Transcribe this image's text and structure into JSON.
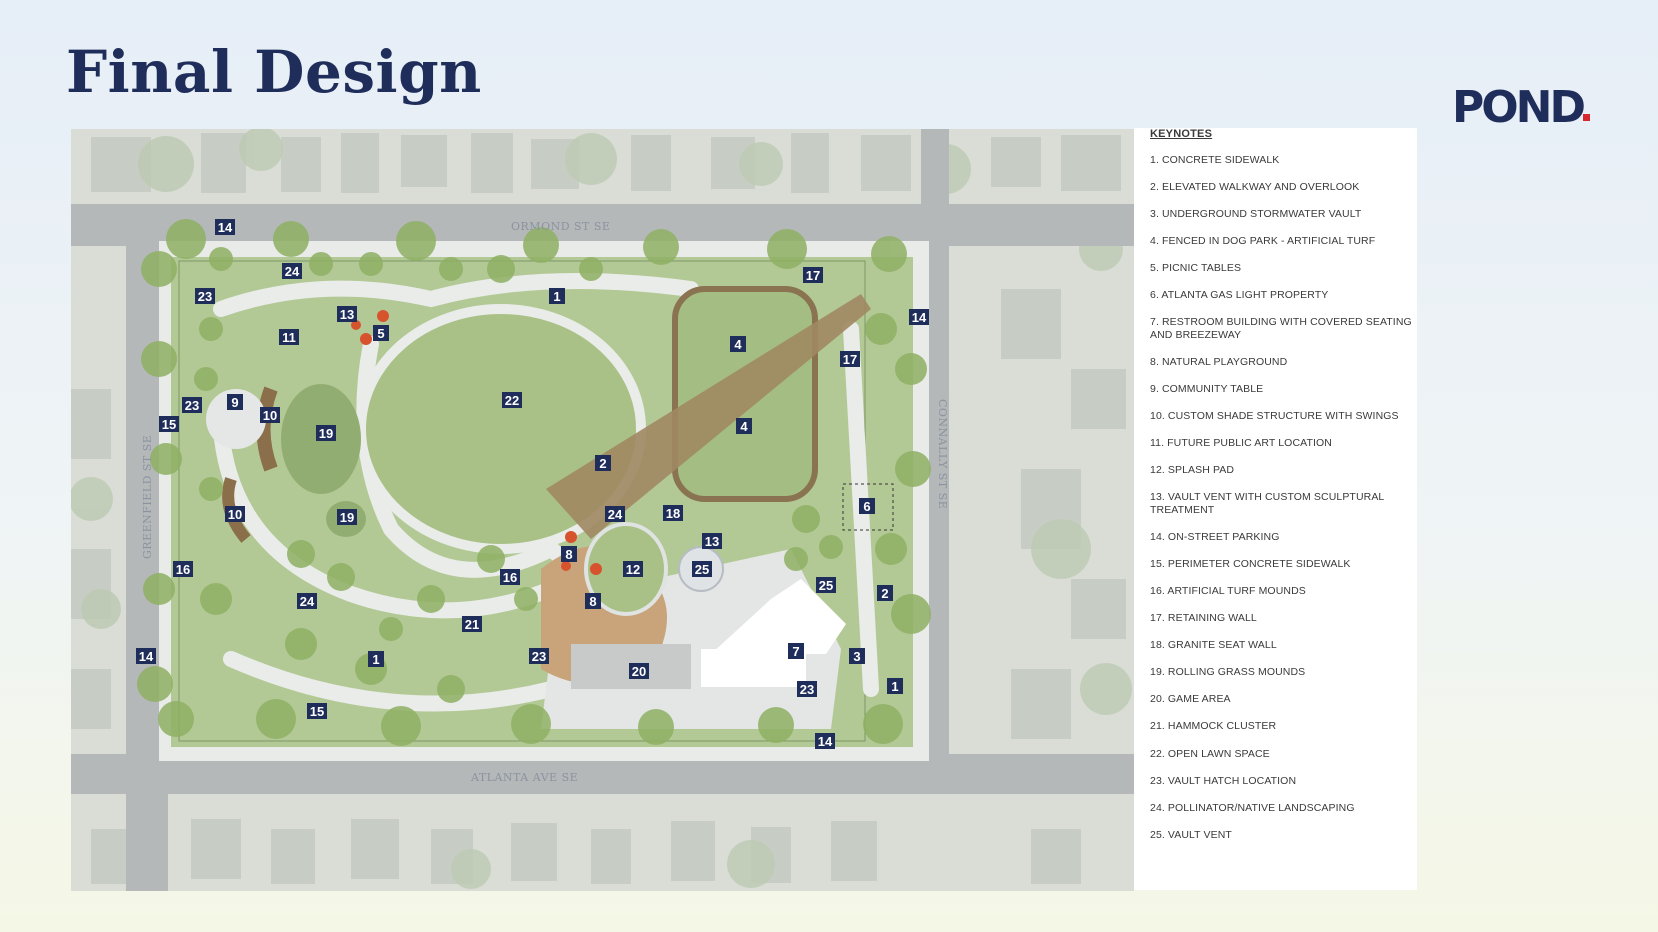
{
  "title": "Final Design",
  "logo_text": "POND",
  "colors": {
    "title": "#1f2d5a",
    "logo_accent": "#d8282f",
    "lawn": "#b3c995",
    "path": "#e9ece9",
    "label_bg": "#1f2d5a"
  },
  "streets": {
    "north": "ORMOND ST SE",
    "south": "ATLANTA AVE SE",
    "west": "GREENFIELD ST SE",
    "east": "CONNALLY ST SE"
  },
  "keynotes": {
    "title": "KEYNOTES",
    "items": [
      "1. CONCRETE SIDEWALK",
      "2. ELEVATED WALKWAY AND OVERLOOK",
      "3. UNDERGROUND STORMWATER VAULT",
      "4. FENCED IN DOG PARK - ARTIFICIAL TURF",
      "5. PICNIC TABLES",
      "6. ATLANTA GAS LIGHT PROPERTY",
      "7. RESTROOM BUILDING WITH COVERED SEATING AND BREEZEWAY",
      "8. NATURAL PLAYGROUND",
      "9. COMMUNITY TABLE",
      "10. CUSTOM SHADE STRUCTURE WITH SWINGS",
      "11. FUTURE PUBLIC ART LOCATION",
      "12. SPLASH PAD",
      "13. VAULT VENT WITH CUSTOM SCULPTURAL TREATMENT",
      "14. ON-STREET PARKING",
      "15. PERIMETER CONCRETE SIDEWALK",
      "16. ARTIFICIAL TURF MOUNDS",
      "17. RETAINING WALL",
      "18. GRANITE SEAT WALL",
      "19. ROLLING GRASS MOUNDS",
      "20. GAME AREA",
      "21. HAMMOCK CLUSTER",
      "22. OPEN LAWN SPACE",
      "23. VAULT HATCH LOCATION",
      "24. POLLINATOR/NATIVE LANDSCAPING",
      "25. VAULT VENT"
    ]
  },
  "plan_labels": [
    "14",
    "24",
    "23",
    "1",
    "17",
    "14",
    "13",
    "5",
    "11",
    "4",
    "17",
    "9",
    "10",
    "22",
    "15",
    "23",
    "19",
    "4",
    "2",
    "6",
    "10",
    "19",
    "24",
    "16",
    "18",
    "13",
    "8",
    "12",
    "25",
    "25",
    "16",
    "8",
    "2",
    "24",
    "21",
    "14",
    "1",
    "23",
    "20",
    "7",
    "3",
    "23",
    "1",
    "15",
    "14"
  ]
}
